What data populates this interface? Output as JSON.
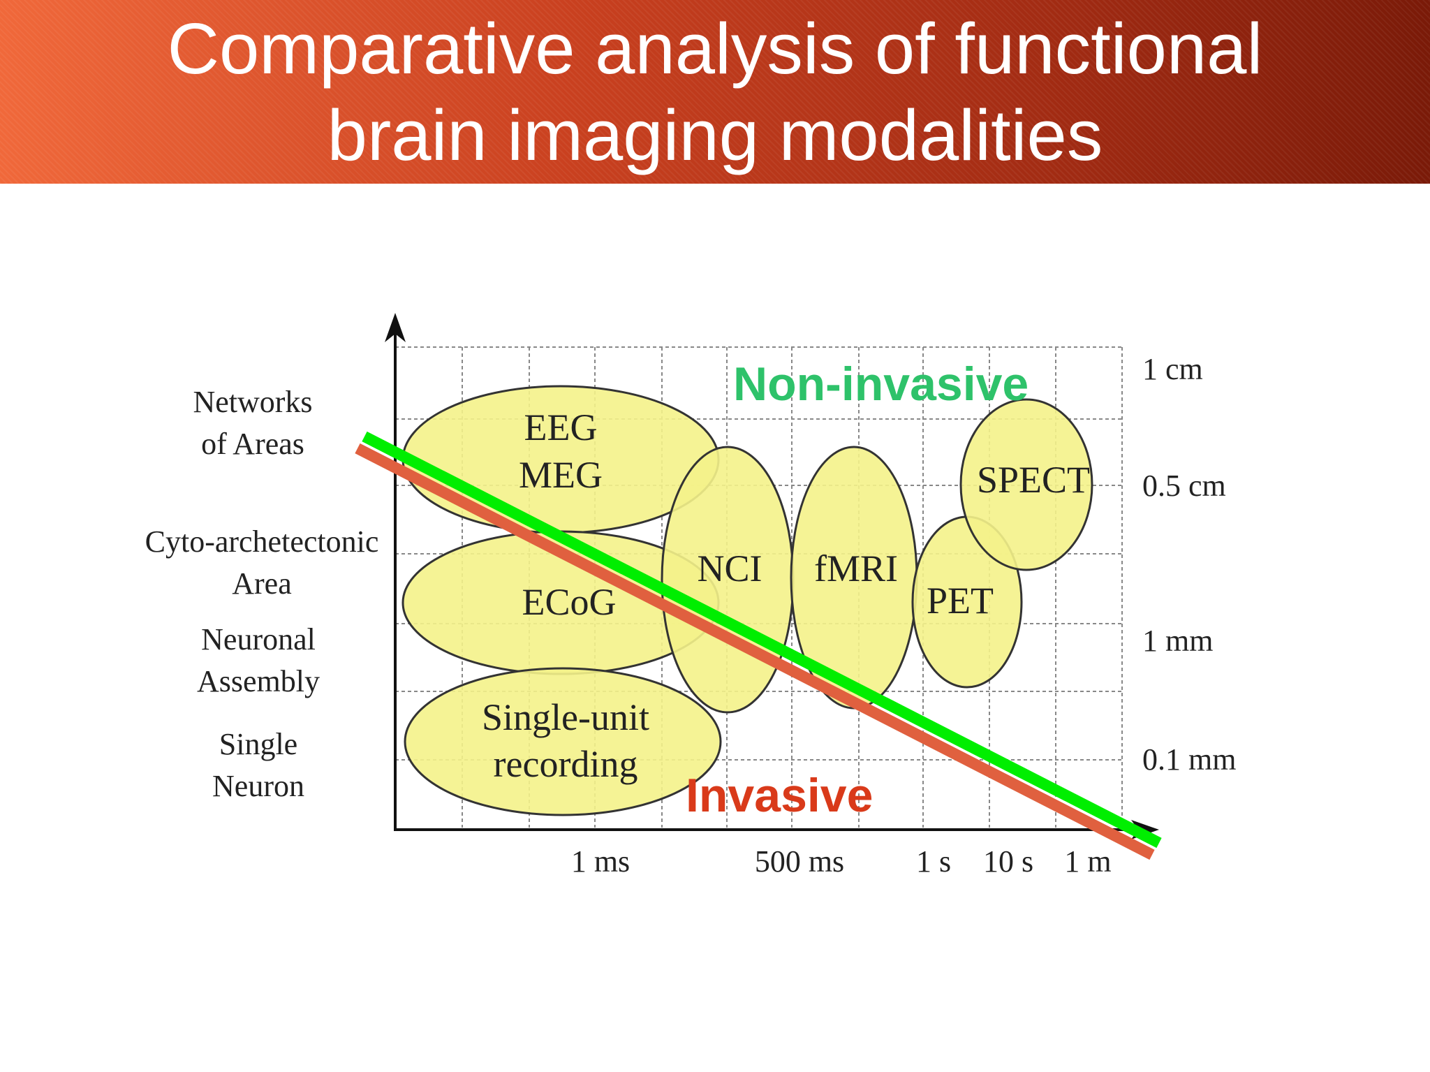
{
  "header": {
    "title_line1": "Comparative analysis of functional",
    "title_line2": "brain imaging modalities",
    "colors": {
      "gradient_start": "#f0683a",
      "gradient_end": "#7a1a08",
      "text": "#ffffff"
    }
  },
  "diagram": {
    "y_axis_labels": {
      "networks_line1": "Networks",
      "networks_line2": "of Areas",
      "cyto_line1": "Cyto-archetectonic",
      "cyto_line2": "Area",
      "assembly_line1": "Neuronal",
      "assembly_line2": "Assembly",
      "single_line1": "Single",
      "single_line2": "Neuron"
    },
    "right_scale_labels": {
      "cm1": "1 cm",
      "cm05": "0.5 cm",
      "mm1": "1 mm",
      "mm01": "0.1 mm"
    },
    "x_axis_labels": {
      "ms1": "1 ms",
      "ms500": "500 ms",
      "s1": "1 s",
      "s10": "10 s",
      "m1": "1 m"
    },
    "modalities": {
      "eeg_line1": "EEG",
      "eeg_line2": "MEG",
      "ecog": "ECoG",
      "single_line1": "Single-unit",
      "single_line2": "recording",
      "nci": "NCI",
      "fmri": "fMRI",
      "pet": "PET",
      "spect": "SPECT"
    },
    "annotations": {
      "non_invasive": "Non-invasive",
      "invasive": "Invasive"
    },
    "colors": {
      "ellipse_fill": "#f4f28a",
      "ellipse_stroke": "#333333",
      "grid": "#888888",
      "axis": "#111111",
      "non_invasive": "#2ec26a",
      "invasive": "#d93a1a",
      "divider_green": "#00ee00",
      "divider_red": "#e0603f"
    }
  }
}
